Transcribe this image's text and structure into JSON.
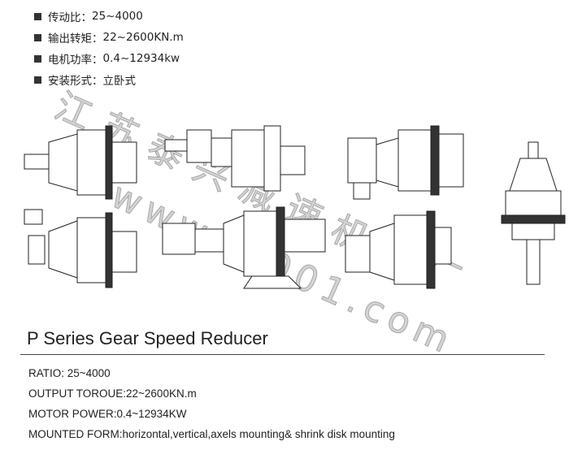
{
  "cn_specs": [
    {
      "label": "传动比：",
      "value": "25~4000"
    },
    {
      "label": "输出转矩：",
      "value": "22~2600KN.m"
    },
    {
      "label": "电机功率：",
      "value": "0.4~12934kw"
    },
    {
      "label": "安装形式：",
      "value": "立卧式"
    }
  ],
  "watermark": {
    "cn": "江苏泰兴减速机总厂",
    "url": "www.tx001.com"
  },
  "title": "P Series Gear Speed Reducer",
  "en_specs": [
    "RATIO:  25~4000",
    "OUTPUT TOROUE:22~2600KN.m",
    "MOTOR POWER:0.4~12934KW",
    "MOUNTED FORM:horizontal,vertical,axels mounting& shrink disk mounting"
  ]
}
